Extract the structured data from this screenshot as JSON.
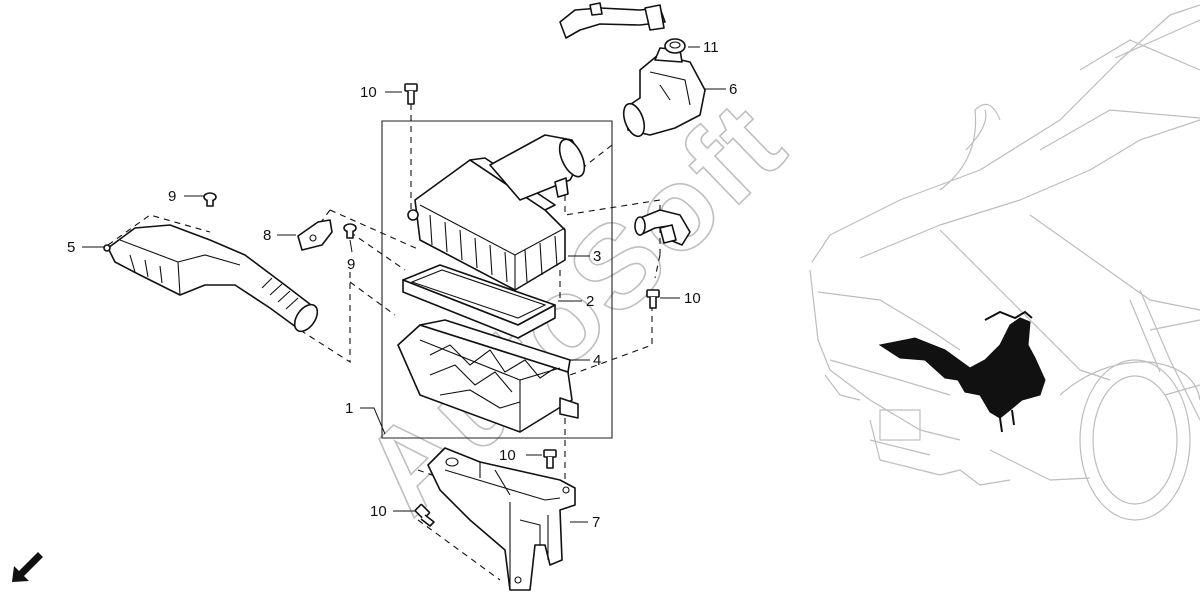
{
  "watermark": "AutoSoft",
  "callouts": [
    {
      "id": "c1",
      "label": "1"
    },
    {
      "id": "c2",
      "label": "2"
    },
    {
      "id": "c3",
      "label": "3"
    },
    {
      "id": "c4",
      "label": "4"
    },
    {
      "id": "c5",
      "label": "5"
    },
    {
      "id": "c6",
      "label": "6"
    },
    {
      "id": "c7",
      "label": "7"
    },
    {
      "id": "c8",
      "label": "8"
    },
    {
      "id": "c9a",
      "label": "9"
    },
    {
      "id": "c9b",
      "label": "9"
    },
    {
      "id": "c10a",
      "label": "10"
    },
    {
      "id": "c10b",
      "label": "10"
    },
    {
      "id": "c10c",
      "label": "10"
    },
    {
      "id": "c10d",
      "label": "10"
    },
    {
      "id": "c11",
      "label": "11"
    }
  ],
  "icons": {
    "direction": "front-arrow-icon",
    "vehicle": "vehicle-location-icon"
  },
  "colors": {
    "line": "#111111",
    "watermark": "#bfbfbf",
    "vehicle_outline": "#bdbdbd",
    "highlight": "#111111"
  }
}
